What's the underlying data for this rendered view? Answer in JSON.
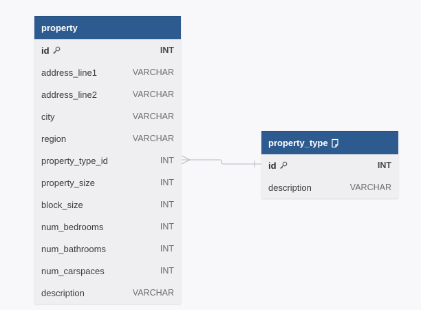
{
  "tables": {
    "property": {
      "name": "property",
      "fields": [
        {
          "name": "id",
          "type": "INT",
          "primary_key": true
        },
        {
          "name": "address_line1",
          "type": "VARCHAR"
        },
        {
          "name": "address_line2",
          "type": "VARCHAR"
        },
        {
          "name": "city",
          "type": "VARCHAR"
        },
        {
          "name": "region",
          "type": "VARCHAR"
        },
        {
          "name": "property_type_id",
          "type": "INT"
        },
        {
          "name": "property_size",
          "type": "INT"
        },
        {
          "name": "block_size",
          "type": "INT"
        },
        {
          "name": "num_bedrooms",
          "type": "INT"
        },
        {
          "name": "num_bathrooms",
          "type": "INT"
        },
        {
          "name": "num_carspaces",
          "type": "INT"
        },
        {
          "name": "description",
          "type": "VARCHAR"
        }
      ]
    },
    "property_type": {
      "name": "property_type",
      "has_note": true,
      "fields": [
        {
          "name": "id",
          "type": "INT",
          "primary_key": true
        },
        {
          "name": "description",
          "type": "VARCHAR"
        }
      ]
    }
  },
  "relationships": [
    {
      "from": "property.property_type_id",
      "to": "property_type.id",
      "from_cardinality": "many",
      "to_cardinality": "one"
    }
  ],
  "colors": {
    "header": "#2e5b8f",
    "table_body": "#efeef1",
    "canvas": "#f8f8fa",
    "connector": "#b9b9c0"
  },
  "icons": {
    "primary_key": "key-icon",
    "table_note": "note-icon"
  }
}
